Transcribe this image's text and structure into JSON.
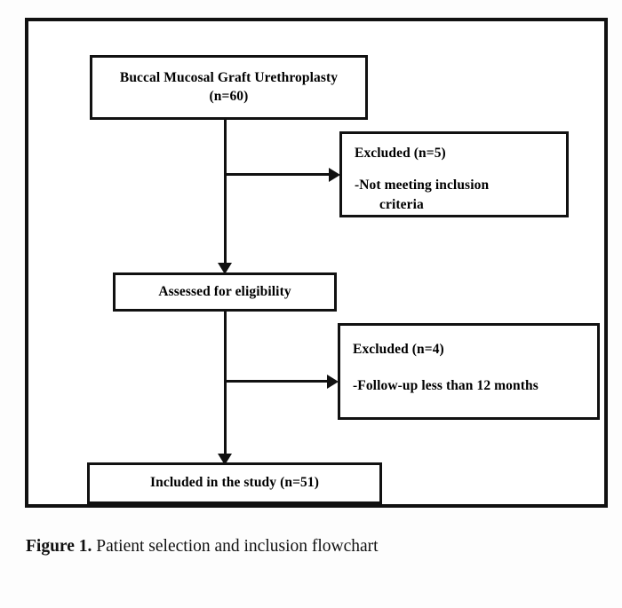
{
  "figure": {
    "caption_label": "Figure 1.",
    "caption_text": " Patient selection and inclusion flowchart"
  },
  "flowchart": {
    "type": "prisma-patient-selection",
    "colors": {
      "line": "#111111",
      "box_border": "#111111",
      "box_fill": "#ffffff",
      "page_background": "#ffffff",
      "text": "#000000"
    },
    "nodes": [
      {
        "id": "enrolled",
        "role": "start",
        "align": "center",
        "lines": [
          "Buccal Mucosal Graft Urethroplasty",
          "(n=60)"
        ],
        "count": 60
      },
      {
        "id": "excluded-1",
        "role": "exclusion",
        "align": "left",
        "heading": "Excluded (n=5)",
        "reason": "-Not meeting inclusion",
        "reason_cont": "criteria",
        "count": 5
      },
      {
        "id": "assessed",
        "role": "process",
        "align": "center",
        "lines": [
          "Assessed for eligibility"
        ]
      },
      {
        "id": "excluded-2",
        "role": "exclusion",
        "align": "left",
        "heading": "Excluded (n=4)",
        "reason": "-Follow-up less than 12 months",
        "count": 4
      },
      {
        "id": "included",
        "role": "end",
        "align": "center",
        "lines": [
          "Included in the study (n=51)"
        ],
        "count": 51
      }
    ],
    "edges": [
      {
        "id": "enrolled-to-assessed",
        "from": "enrolled",
        "to": "assessed",
        "direction": "down"
      },
      {
        "id": "enrolled-to-excluded-1",
        "from": "enrolled",
        "to": "excluded-1",
        "direction": "right"
      },
      {
        "id": "assessed-to-included",
        "from": "assessed",
        "to": "included",
        "direction": "down"
      },
      {
        "id": "assessed-to-excluded-2",
        "from": "assessed",
        "to": "excluded-2",
        "direction": "right"
      }
    ]
  }
}
